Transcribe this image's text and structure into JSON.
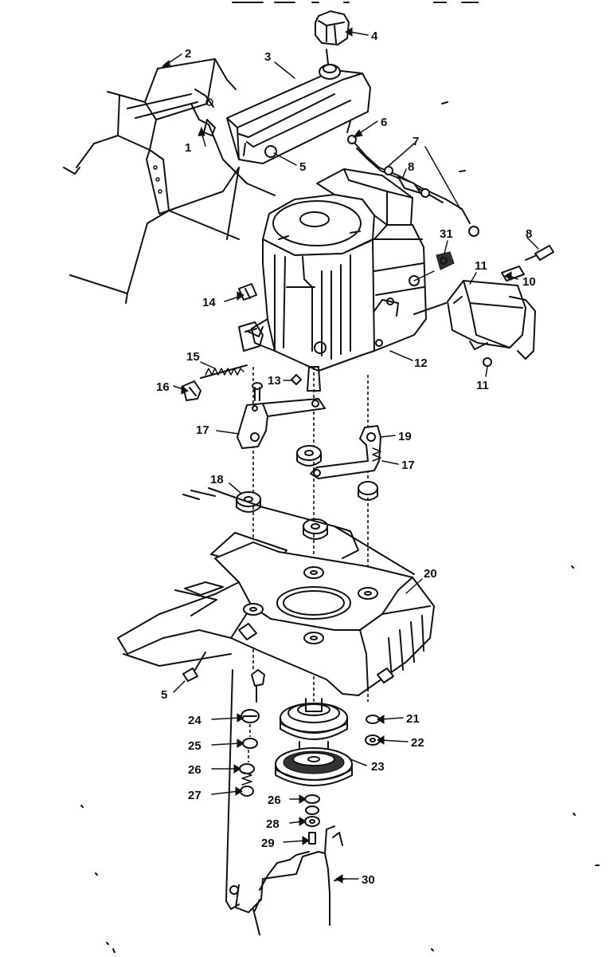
{
  "callouts": [
    {
      "label": "1"
    },
    {
      "label": "2"
    },
    {
      "label": "3"
    },
    {
      "label": "4"
    },
    {
      "label": "5"
    },
    {
      "label": "6"
    },
    {
      "label": "7"
    },
    {
      "label": "8"
    },
    {
      "label": "8"
    },
    {
      "label": "10"
    },
    {
      "label": "11"
    },
    {
      "label": "11"
    },
    {
      "label": "12"
    },
    {
      "label": "13"
    },
    {
      "label": "14"
    },
    {
      "label": "15"
    },
    {
      "label": "16"
    },
    {
      "label": "17"
    },
    {
      "label": "17"
    },
    {
      "label": "18"
    },
    {
      "label": "19"
    },
    {
      "label": "20"
    },
    {
      "label": "21"
    },
    {
      "label": "22"
    },
    {
      "label": "23"
    },
    {
      "label": "24"
    },
    {
      "label": "25"
    },
    {
      "label": "26"
    },
    {
      "label": "27"
    },
    {
      "label": "26"
    },
    {
      "label": "28"
    },
    {
      "label": "29"
    },
    {
      "label": "30"
    },
    {
      "label": "31"
    },
    {
      "label": "5"
    }
  ]
}
